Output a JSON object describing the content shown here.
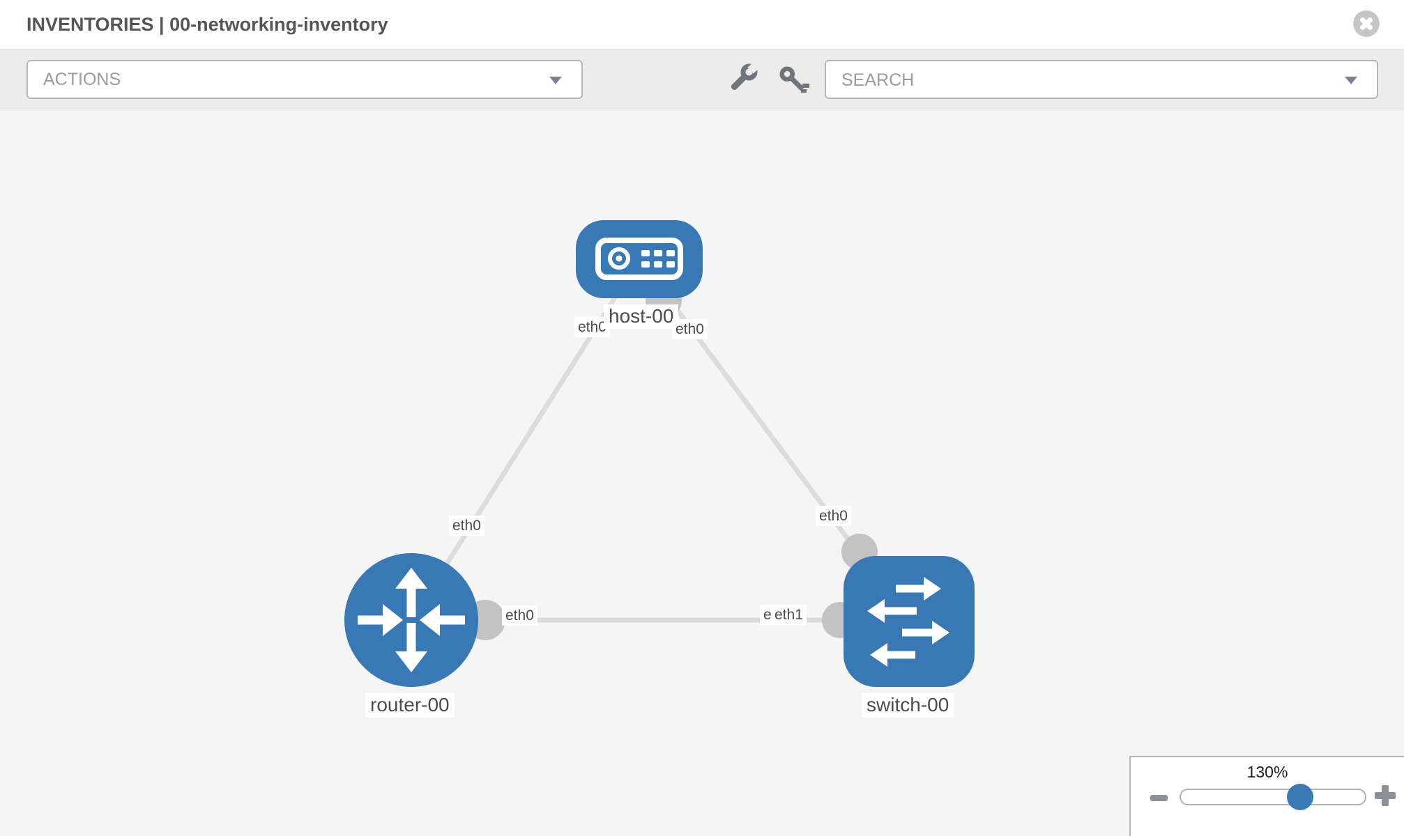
{
  "header": {
    "title": "INVENTORIES | 00-networking-inventory"
  },
  "toolbar": {
    "actions_label": "ACTIONS",
    "search_placeholder": "SEARCH"
  },
  "icons": {
    "close": "x-circle",
    "configure": "wrench",
    "credentials": "key",
    "dropdown": "caret-down",
    "zoom_out": "minus",
    "zoom_in": "plus"
  },
  "diagram": {
    "nodes": [
      {
        "name": "host-00",
        "type": "host"
      },
      {
        "name": "router-00",
        "type": "router"
      },
      {
        "name": "switch-00",
        "type": "switch"
      }
    ],
    "links": [
      {
        "from": "host-00",
        "to": "router-00",
        "from_interface": "eth0",
        "to_interface": "eth0"
      },
      {
        "from": "host-00",
        "to": "switch-00",
        "from_interface": "eth0",
        "to_interface": "eth0"
      },
      {
        "from": "router-00",
        "to": "switch-00",
        "from_interface": "eth0",
        "to_interface": "eth1",
        "overlapped_label": "eth0"
      }
    ]
  },
  "zoom_widget": {
    "level": "130%"
  },
  "colors": {
    "node_blue": "#3778b5",
    "link_gray": "#dcdcdc",
    "interface_gray": "#c3c3c3",
    "canvas_bg": "#f5f5f5"
  }
}
